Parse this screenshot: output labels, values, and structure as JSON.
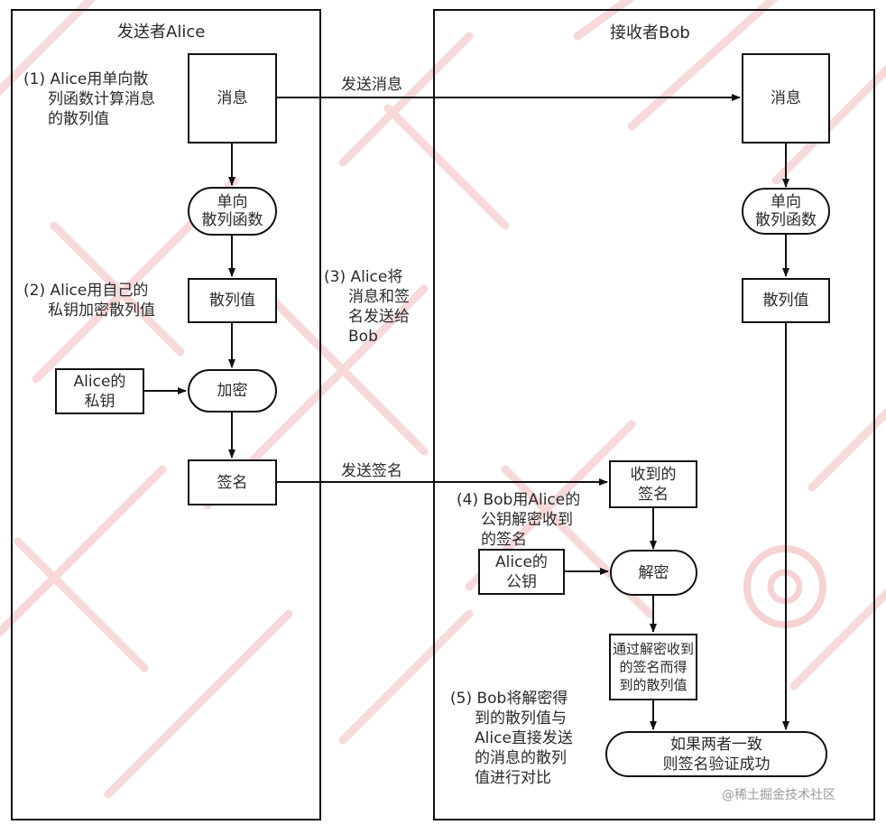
{
  "lanes": {
    "sender": {
      "title": "发送者Alice"
    },
    "receiver": {
      "title": "接收者Bob"
    }
  },
  "steps": {
    "step1": "(1) Alice用单向散\n     列函数计算消息\n     的散列值",
    "step2": "(2) Alice用自己的\n     私钥加密散列值",
    "step3": "(3) Alice将\n     消息和签\n     名发送给\n     Bob",
    "step4": "(4) Bob用Alice的\n     公钥解密收到\n     的签名",
    "step5": "(5) Bob将解密得\n     到的散列值与\n     Alice直接发送\n     的消息的散列\n     值进行对比"
  },
  "sender_nodes": {
    "message": "消息",
    "hash_function": "单向\n散列函数",
    "hash_value": "散列值",
    "private_key": "Alice的\n私钥",
    "encrypt": "加密",
    "signature": "签名"
  },
  "receiver_nodes": {
    "message": "消息",
    "hash_function": "单向\n散列函数",
    "hash_value": "散列值",
    "received_signature": "收到的\n签名",
    "public_key": "Alice的\n公钥",
    "decrypt": "解密",
    "decrypted_hash": "通过解密收到\n的签名而得\n到的散列值",
    "result": "如果两者一致\n则签名验证成功"
  },
  "edges": {
    "send_message": "发送消息",
    "send_signature": "发送签名"
  },
  "watermark": {
    "credit": "@稀土掘金技术社区",
    "color": "#f3c6c6"
  }
}
